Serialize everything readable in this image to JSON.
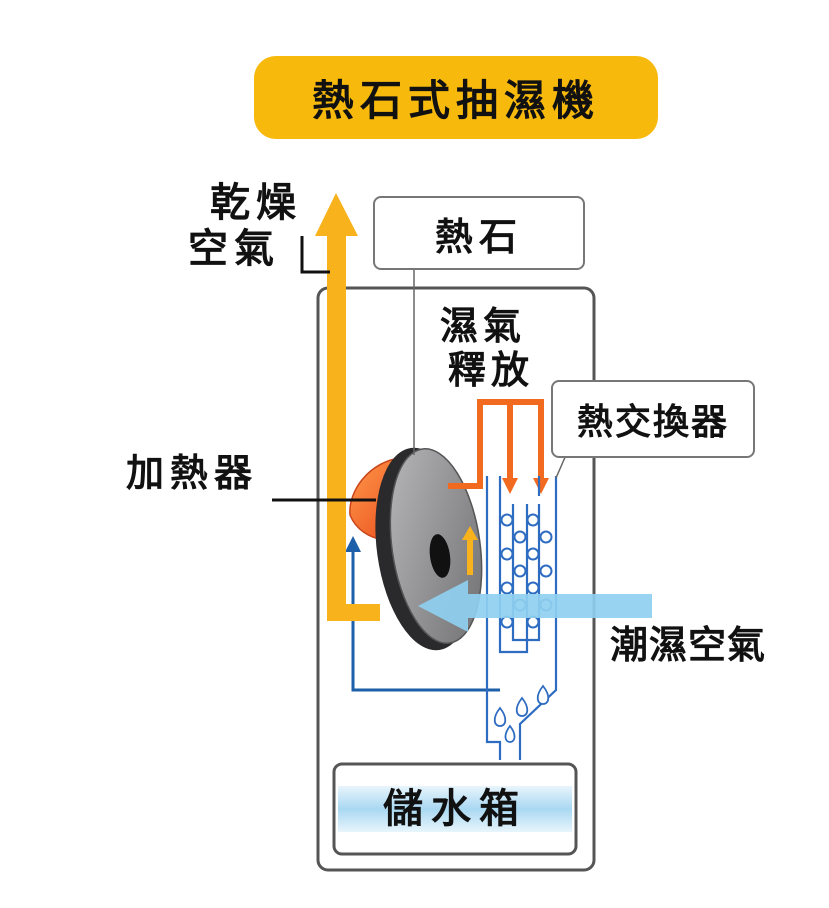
{
  "title": "熱石式抽濕機",
  "labels": {
    "dry_air_line1": "乾燥",
    "dry_air_line2": "空氣",
    "stone": "熱石",
    "moisture_line1": "濕氣",
    "moisture_line2": "釋放",
    "heat_exchanger": "熱交換器",
    "heater": "加熱器",
    "humid_air": "潮濕空氣",
    "water_tank": "儲水箱"
  },
  "colors": {
    "title_bg": "#f7b90c",
    "dry_air_arrow": "#f8b21c",
    "heater": "#f26a2c",
    "moisture_pipe": "#f26a1f",
    "exchanger": "#5a8fd6",
    "humid_air_arrow": "#8fd0f0",
    "wheel": "#8c8c8e",
    "water": "#a9d8f2"
  }
}
